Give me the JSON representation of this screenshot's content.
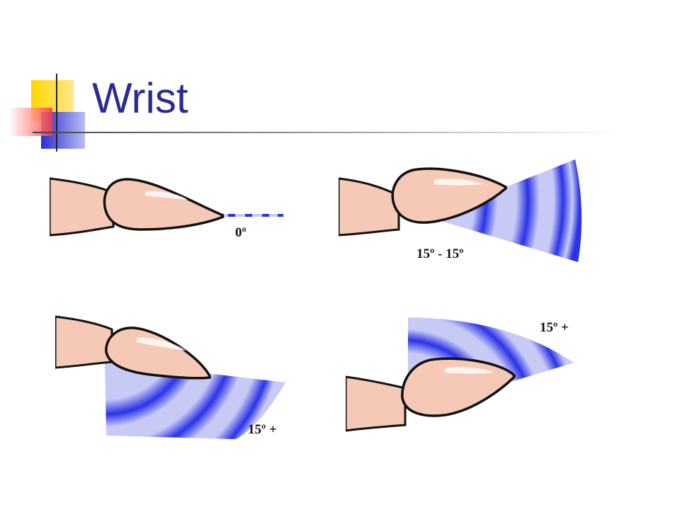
{
  "slide": {
    "title": "Wrist"
  },
  "colors": {
    "title": "#2b2c92",
    "skin": "#f6c9b6",
    "wave_light": "#c8caf6",
    "wave_dark": "#2a33e6",
    "outline": "#111111"
  },
  "panels": [
    {
      "label": "0º"
    },
    {
      "label": "15º - 15º"
    },
    {
      "label": "15º +"
    },
    {
      "label": "15º +"
    }
  ]
}
